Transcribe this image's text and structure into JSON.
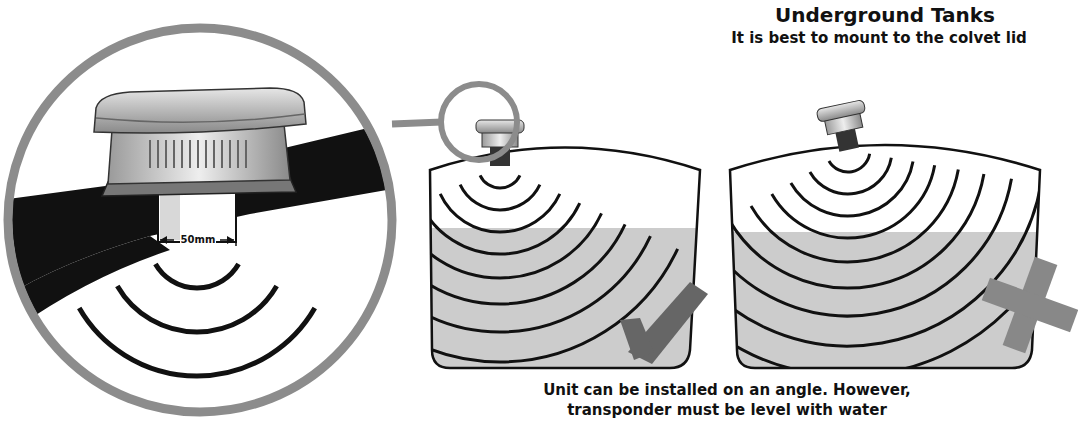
{
  "diagram": {
    "title": "Underground Tanks",
    "caption": "Unit can be installed on an angle. However, transponder must be level with water",
    "labels": [
      "It is best to mount to the colvet lid",
      "50mm"
    ]
  }
}
